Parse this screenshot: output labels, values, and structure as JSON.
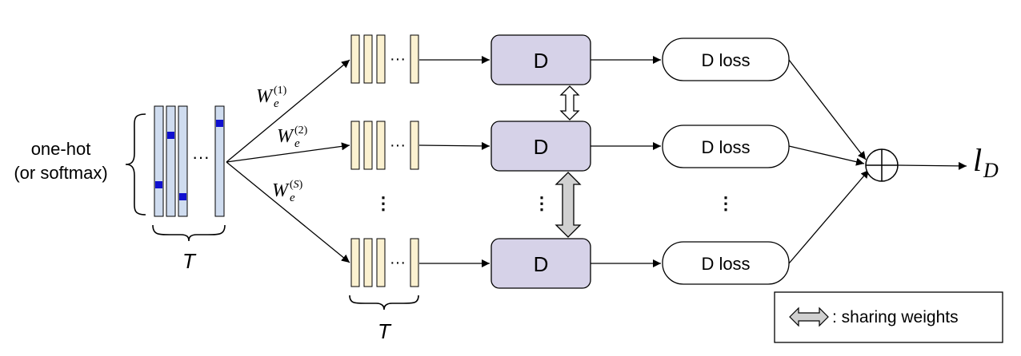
{
  "input": {
    "label_line1": "one-hot",
    "label_line2": "(or softmax)",
    "dim_label": "T"
  },
  "embeddings": [
    {
      "base": "W",
      "sub": "e",
      "index": "1"
    },
    {
      "base": "W",
      "sub": "e",
      "index": "2"
    },
    {
      "base": "W",
      "sub": "e",
      "index": "S"
    }
  ],
  "branch_dim_label": "T",
  "discriminator": {
    "label": "D"
  },
  "loss": {
    "label": "D loss"
  },
  "output": {
    "base": "l",
    "sub": "D"
  },
  "legend": {
    "text": ": sharing weights"
  },
  "colors": {
    "onehot_bar": "#cfdcef",
    "onehot_marker": "#1010d0",
    "embed_bar": "#fbf1d0",
    "disc_box": "#d6d2e8",
    "stroke": "#000000"
  }
}
